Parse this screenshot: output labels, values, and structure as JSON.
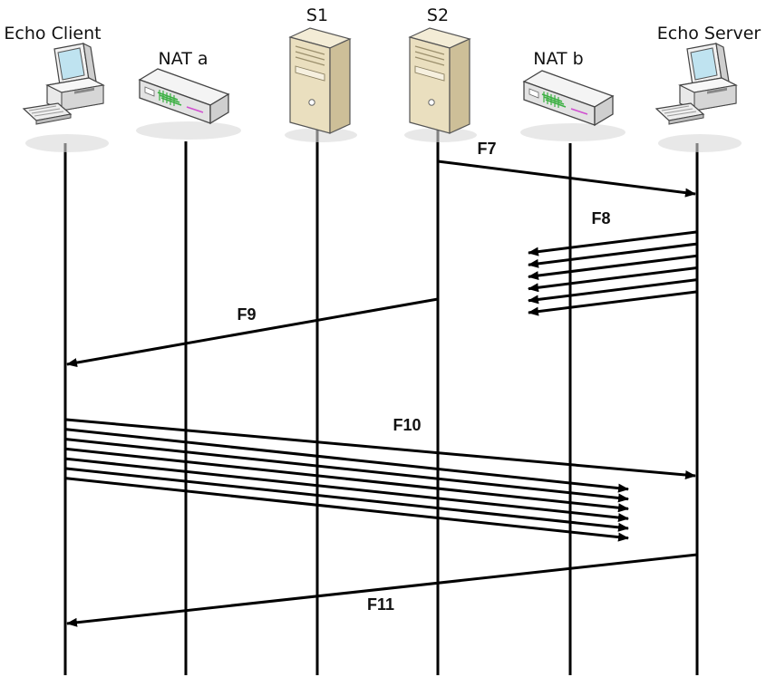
{
  "participants": [
    {
      "id": "echo-client",
      "label": "Echo Client",
      "icon": "desktop-computer-icon"
    },
    {
      "id": "nat-a",
      "label": "NAT a",
      "icon": "nat-router-icon"
    },
    {
      "id": "s1",
      "label": "S1",
      "icon": "server-tower-icon"
    },
    {
      "id": "s2",
      "label": "S2",
      "icon": "server-tower-icon"
    },
    {
      "id": "nat-b",
      "label": "NAT b",
      "icon": "nat-router-icon"
    },
    {
      "id": "echo-server",
      "label": "Echo Server",
      "icon": "desktop-computer-icon"
    }
  ],
  "messages": [
    {
      "id": "f7",
      "label": "F7",
      "from": "s2",
      "to": "echo-server",
      "count": 1,
      "dropped_at": null
    },
    {
      "id": "f8",
      "label": "F8",
      "from": "echo-server",
      "to": "nat-b",
      "count": 6,
      "dropped_at": "nat-b"
    },
    {
      "id": "f9",
      "label": "F9",
      "from": "s2",
      "to": "echo-client",
      "count": 1,
      "dropped_at": null
    },
    {
      "id": "f10",
      "label": "F10",
      "from": "echo-client",
      "to": "echo-server",
      "count": 7,
      "dropped_at": "nat-b",
      "delivered": 1
    },
    {
      "id": "f11",
      "label": "F11",
      "from": "echo-server",
      "to": "echo-client",
      "count": 1,
      "dropped_at": null
    }
  ],
  "colors": {
    "line": "#000000",
    "device_body": "#e8e8e8",
    "server_body": "#eadfbf",
    "nat_led": "#3cb043",
    "nat_accent": "#d04fd0"
  }
}
